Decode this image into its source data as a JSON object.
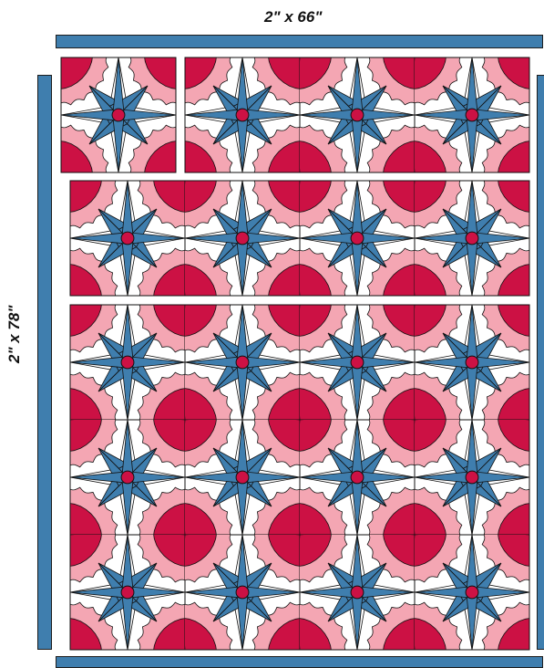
{
  "labels": {
    "top_border": "2\" x 66\"",
    "side_border": "2\" x 78\""
  },
  "colors": {
    "blue": "#3f7eae",
    "pink": "#f4a6b3",
    "crimson": "#cc1144",
    "white": "#ffffff",
    "outline": "#111111"
  },
  "quilt": {
    "block_pattern": "eight-point-star-with-scalloped-corners",
    "rows": [
      {
        "section": "top",
        "blocks": 4,
        "separate_first_block": true
      },
      {
        "section": "second",
        "blocks": 4
      },
      {
        "section": "main",
        "blocks": 4
      },
      {
        "section": "main",
        "blocks": 4
      },
      {
        "section": "main",
        "blocks": 4
      }
    ]
  }
}
